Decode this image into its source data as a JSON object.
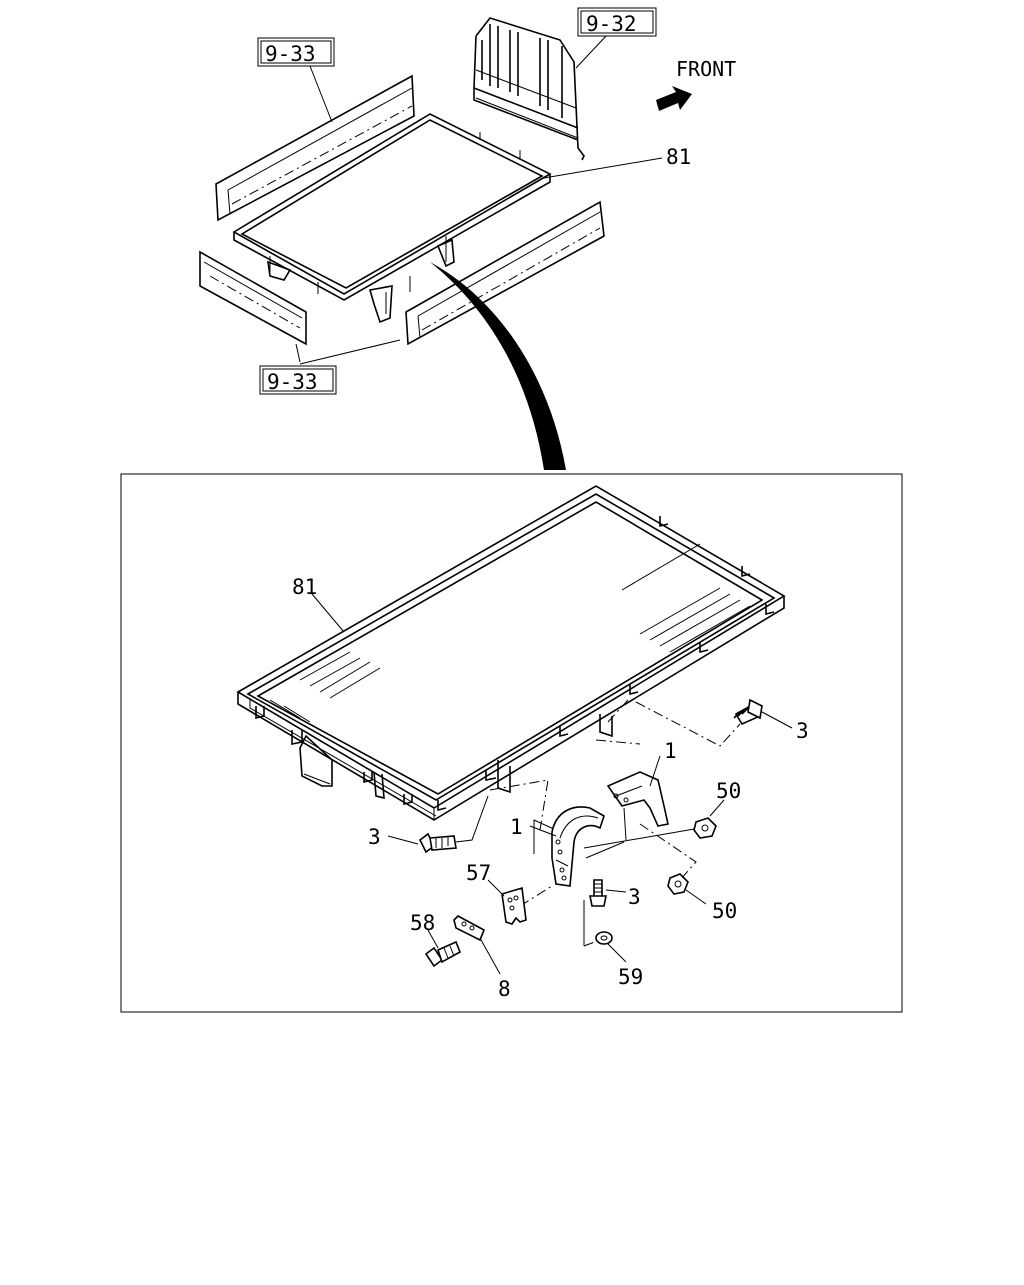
{
  "overview": {
    "ref_top_left": "9-33",
    "ref_top_right": "9-32",
    "ref_bottom": "9-33",
    "front_label": "FRONT",
    "callout_81": "81"
  },
  "detail": {
    "callouts": {
      "c81": "81",
      "c3_right": "3",
      "c1_upper": "1",
      "c50_upper": "50",
      "c1_left": "1",
      "c3_left": "3",
      "c57": "57",
      "c3_mid": "3",
      "c50_lower": "50",
      "c58": "58",
      "c8": "8",
      "c59": "59"
    }
  }
}
